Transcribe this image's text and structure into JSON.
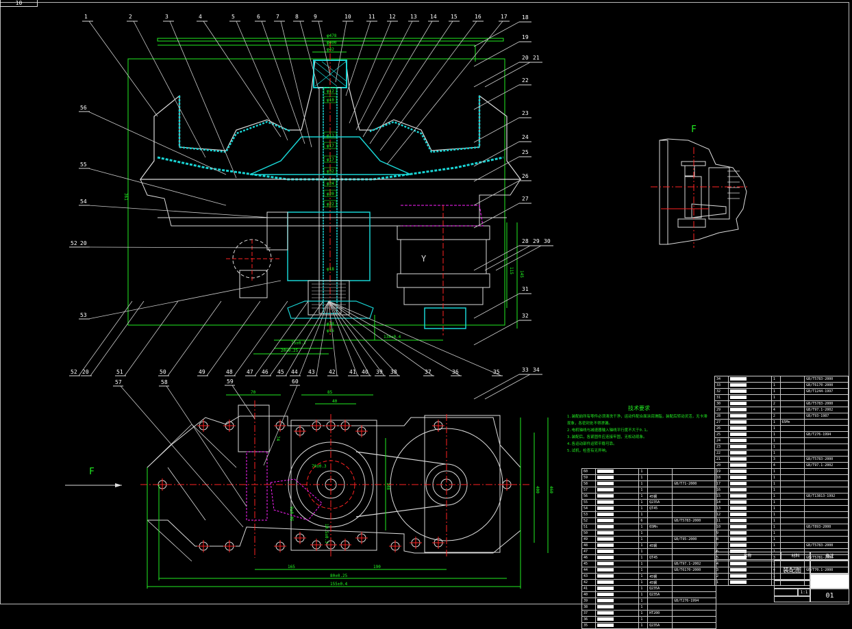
{
  "sheet": {
    "tag": "10",
    "view_label": "F",
    "section_arrow_label": "F",
    "drawing_number": "01",
    "scale": "1:1",
    "drawing_title": "装配图"
  },
  "balloons_top": [
    "1",
    "2",
    "3",
    "4",
    "5",
    "6",
    "7",
    "8",
    "9",
    "10",
    "11",
    "12",
    "13",
    "14",
    "15",
    "16",
    "17",
    "18",
    "19",
    "20",
    "21",
    "22",
    "23",
    "24",
    "25",
    "26",
    "27",
    "28",
    "29",
    "30",
    "31",
    "32",
    "33",
    "34"
  ],
  "balloons_bottom": [
    "52",
    "20",
    "51",
    "50",
    "49",
    "48",
    "47",
    "46",
    "45",
    "44",
    "43",
    "42",
    "41",
    "40",
    "39",
    "38",
    "37",
    "36",
    "35"
  ],
  "balloons_left": [
    "56",
    "55",
    "54",
    "52",
    "20",
    "53"
  ],
  "balloons_plan": [
    "57",
    "58",
    "59",
    "60"
  ],
  "dimensions": {
    "top_view": [
      "φ478",
      "φ400",
      "φ42",
      "φ12",
      "φ10",
      "φ11",
      "φ17",
      "φ17",
      "φ32",
      "φ24",
      "φ20",
      "φ22",
      "φ18",
      "φ18",
      "φ16",
      "75±0.3",
      "20±0.25",
      "134±0.4",
      "115",
      "145",
      "361"
    ],
    "plan_view": [
      "70",
      "85",
      "40",
      "74",
      "70±0.3",
      "9±0.05",
      "10.5±0.3",
      "148",
      "165",
      "190",
      "80±0.25",
      "155±0.4",
      "400",
      "460"
    ]
  },
  "technical_requirements": {
    "title": "技术要求",
    "items": [
      "1.装配前所有零件必须清洗干净，运动件配合面涂润滑脂，装配后转动灵活，无卡滞现象，各密封处不得渗漏。",
      "2.电机轴线与减速器输入轴线平行度不大于0.1。",
      "3.装配后，各紧固件应连接牢固，无松动现象。",
      "4.各运动部件运转平稳可靠。",
      "5.试机，检查有无异响。"
    ]
  },
  "bom_right": [
    {
      "no": "34",
      "qty": "1",
      "material": "",
      "std": "GB/T5783-2000"
    },
    {
      "no": "33",
      "qty": "1",
      "material": "",
      "std": "GB/T6170-2000"
    },
    {
      "no": "32",
      "qty": "1",
      "material": "",
      "std": "GB/T1244-1997"
    },
    {
      "no": "31",
      "qty": "1",
      "material": "",
      "std": ""
    },
    {
      "no": "30",
      "qty": "2",
      "material": "",
      "std": "GB/T5783-2000"
    },
    {
      "no": "29",
      "qty": "4",
      "material": "",
      "std": "GB/T97.1-2002"
    },
    {
      "no": "28",
      "qty": "2",
      "material": "",
      "std": "GB/T93-1987"
    },
    {
      "no": "27",
      "qty": "1",
      "material": "65Mn",
      "std": ""
    },
    {
      "no": "26",
      "qty": "1",
      "material": "",
      "std": ""
    },
    {
      "no": "25",
      "qty": "1",
      "material": "",
      "std": "GB/T276-1994"
    },
    {
      "no": "24",
      "qty": "1",
      "material": "",
      "std": ""
    },
    {
      "no": "23",
      "qty": "1",
      "material": "",
      "std": ""
    },
    {
      "no": "22",
      "qty": "1",
      "material": "",
      "std": ""
    },
    {
      "no": "21",
      "qty": "3",
      "material": "",
      "std": "GB/T5783-2000"
    },
    {
      "no": "20",
      "qty": "4",
      "material": "",
      "std": "GB/T97.1-2002"
    },
    {
      "no": "19",
      "qty": "1",
      "material": "",
      "std": ""
    },
    {
      "no": "18",
      "qty": "1",
      "material": "",
      "std": ""
    },
    {
      "no": "17",
      "qty": "1",
      "material": "",
      "std": ""
    },
    {
      "no": "16",
      "qty": "1",
      "material": "",
      "std": ""
    },
    {
      "no": "15",
      "qty": "1",
      "material": "",
      "std": "GB/T13813-1992"
    },
    {
      "no": "14",
      "qty": "1",
      "material": "",
      "std": ""
    },
    {
      "no": "13",
      "qty": "1",
      "material": "",
      "std": ""
    },
    {
      "no": "12",
      "qty": "1",
      "material": "",
      "std": ""
    },
    {
      "no": "11",
      "qty": "1",
      "material": "",
      "std": ""
    },
    {
      "no": "10",
      "qty": "1",
      "material": "",
      "std": "GB/T893-2000"
    },
    {
      "no": "9",
      "qty": "1",
      "material": "",
      "std": ""
    },
    {
      "no": "8",
      "qty": "1",
      "material": "",
      "std": ""
    },
    {
      "no": "7",
      "qty": "1",
      "material": "",
      "std": "GB/T5783-2000"
    },
    {
      "no": "6",
      "qty": "1",
      "material": "",
      "std": ""
    },
    {
      "no": "5",
      "qty": "3",
      "material": "",
      "std": "GB/T5781-2000"
    },
    {
      "no": "4",
      "qty": "1",
      "material": "",
      "std": ""
    },
    {
      "no": "3",
      "qty": "4",
      "material": "",
      "std": "GB/T70.1-2000"
    },
    {
      "no": "2",
      "qty": "1",
      "material": "",
      "std": ""
    },
    {
      "no": "1",
      "qty": "1",
      "material": "",
      "std": ""
    }
  ],
  "bom_left": [
    {
      "no": "60",
      "qty": "1",
      "material": "",
      "std": ""
    },
    {
      "no": "59",
      "qty": "1",
      "material": "",
      "std": ""
    },
    {
      "no": "58",
      "qty": "1",
      "material": "",
      "std": "GB/T71-2000"
    },
    {
      "no": "57",
      "qty": "1",
      "material": "",
      "std": ""
    },
    {
      "no": "56",
      "qty": "1",
      "material": "45钢",
      "std": ""
    },
    {
      "no": "55",
      "qty": "1",
      "material": "Q235A",
      "std": ""
    },
    {
      "no": "54",
      "qty": "1",
      "material": "QT45",
      "std": ""
    },
    {
      "no": "53",
      "qty": "1",
      "material": "",
      "std": ""
    },
    {
      "no": "52",
      "qty": "6",
      "material": "",
      "std": "GB/T5783-2000"
    },
    {
      "no": "51",
      "qty": "1",
      "material": "65Mn",
      "std": ""
    },
    {
      "no": "50",
      "qty": "1",
      "material": "",
      "std": ""
    },
    {
      "no": "49",
      "qty": "1",
      "material": "",
      "std": "GB/T95-2000"
    },
    {
      "no": "48",
      "qty": "1",
      "material": "45钢",
      "std": ""
    },
    {
      "no": "47",
      "qty": "1",
      "material": "",
      "std": ""
    },
    {
      "no": "46",
      "qty": "1",
      "material": "QT45",
      "std": ""
    },
    {
      "no": "45",
      "qty": "1",
      "material": "",
      "std": "GB/T97.1-2002"
    },
    {
      "no": "44",
      "qty": "1",
      "material": "",
      "std": "GB/T6170-2000"
    },
    {
      "no": "43",
      "qty": "1",
      "material": "45钢",
      "std": ""
    },
    {
      "no": "42",
      "qty": "1",
      "material": "45钢",
      "std": ""
    },
    {
      "no": "41",
      "qty": "1",
      "material": "Q235A",
      "std": ""
    },
    {
      "no": "40",
      "qty": "1",
      "material": "Q235A",
      "std": ""
    },
    {
      "no": "39",
      "qty": "1",
      "material": "",
      "std": "GB/T276-1994"
    },
    {
      "no": "38",
      "qty": "1",
      "material": "",
      "std": ""
    },
    {
      "no": "37",
      "qty": "1",
      "material": "HT200",
      "std": ""
    },
    {
      "no": "36",
      "qty": "1",
      "material": "",
      "std": ""
    },
    {
      "no": "35",
      "qty": "1",
      "material": "Q235A",
      "std": ""
    }
  ],
  "bom_header": {
    "no": "序号",
    "name": "名称",
    "qty": "数量",
    "material": "材料",
    "note": "备注"
  }
}
